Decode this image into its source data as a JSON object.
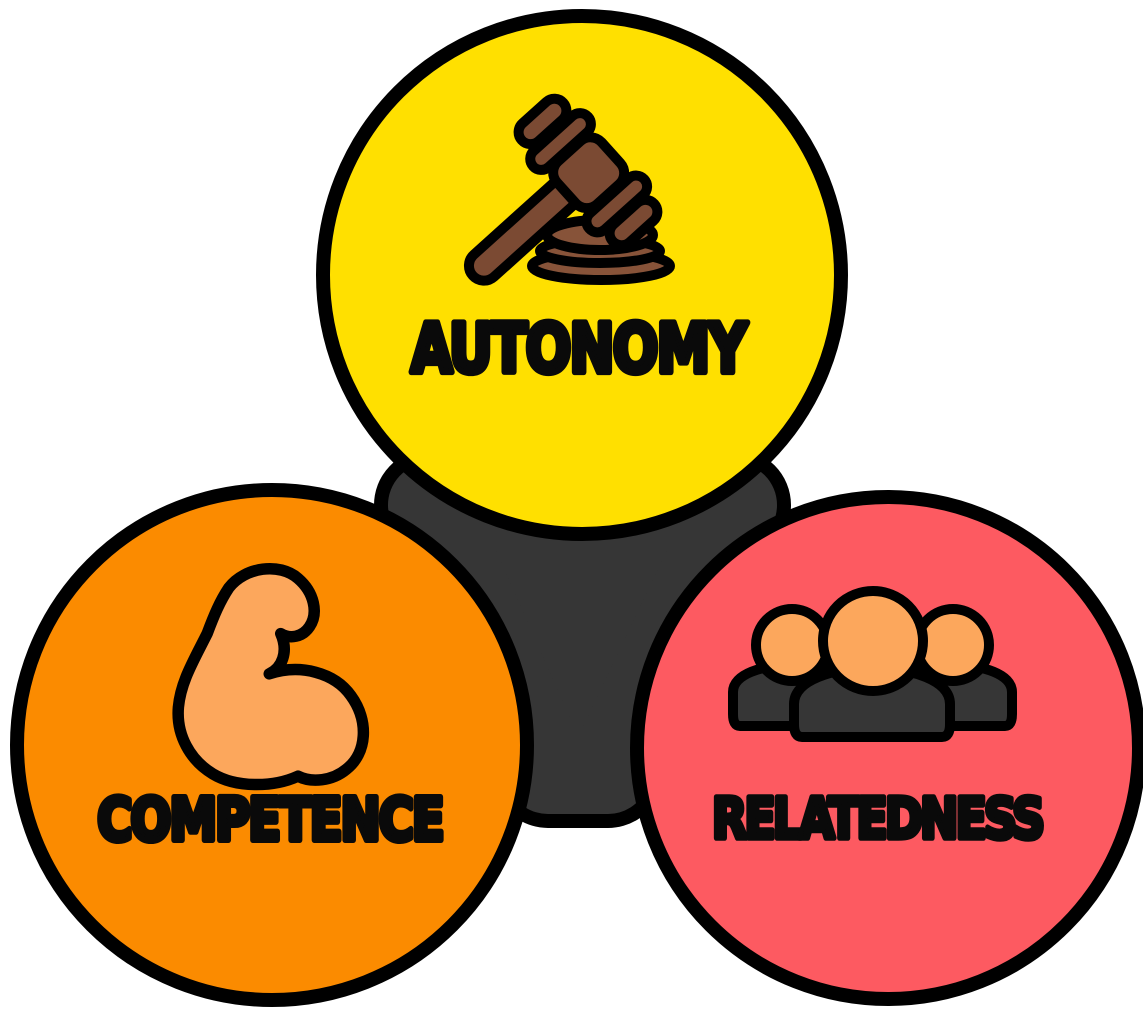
{
  "diagram": {
    "title_hidden": "",
    "background_color": "#ffffff",
    "outline_color": "#000000",
    "connector_color": "#363636",
    "label_color": "#0a0a0a",
    "circles": [
      {
        "id": "autonomy",
        "label": "AUTONOMY",
        "fill": "#FFE000",
        "icon": "gavel-icon"
      },
      {
        "id": "competence",
        "label": "COMPETENCE",
        "fill": "#FB8B00",
        "icon": "flexed-bicep-icon"
      },
      {
        "id": "relatedness",
        "label": "RELATEDNESS",
        "fill": "#FD5A61",
        "icon": "people-group-icon"
      }
    ],
    "icon_colors": {
      "gavel_brown": "#7B4A33",
      "gavel_base_brown": "#875339",
      "skin_orange": "#FCA75C",
      "people_body_gray": "#363636"
    }
  }
}
